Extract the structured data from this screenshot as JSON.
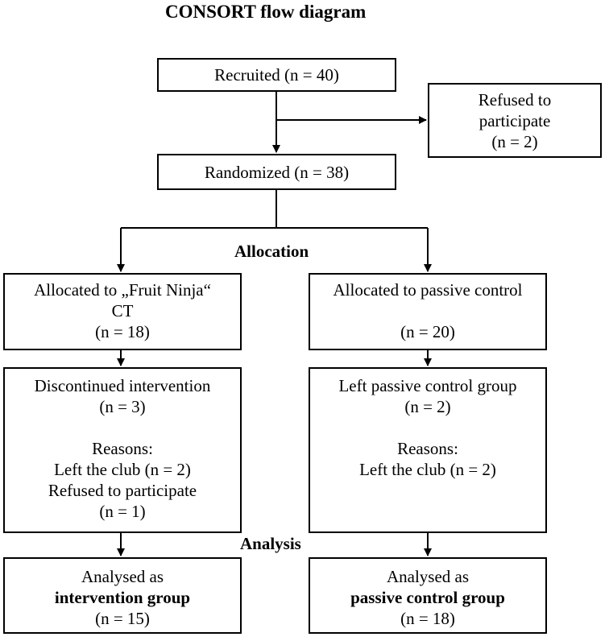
{
  "title": "CONSORT flow diagram",
  "sections": {
    "allocation": "Allocation",
    "analysis": "Analysis"
  },
  "recruited": "Recruited (n = 40)",
  "refused": {
    "line1": "Refused to",
    "line2": "participate",
    "line3": "(n = 2)"
  },
  "randomized": "Randomized (n = 38)",
  "intervention": {
    "allocated_line1": "Allocated to „Fruit Ninja“",
    "allocated_line2": "CT",
    "allocated_n": "(n = 18)",
    "discontinued_title": "Discontinued intervention",
    "discontinued_n": "(n = 3)",
    "reasons_label": "Reasons:",
    "reason1": "Left the club (n = 2)",
    "reason2": "Refused to participate",
    "reason2_n": "(n = 1)",
    "analysed_line1": "Analysed as",
    "analysed_group": "intervention group",
    "analysed_n": "(n = 15)"
  },
  "control": {
    "allocated_line1": "Allocated to passive control",
    "allocated_n": "(n = 20)",
    "left_title": "Left passive control group",
    "left_n": "(n = 2)",
    "reasons_label": "Reasons:",
    "reason1": "Left the club (n = 2)",
    "analysed_line1": "Analysed as",
    "analysed_group": "passive control group",
    "analysed_n": "(n = 18)"
  }
}
